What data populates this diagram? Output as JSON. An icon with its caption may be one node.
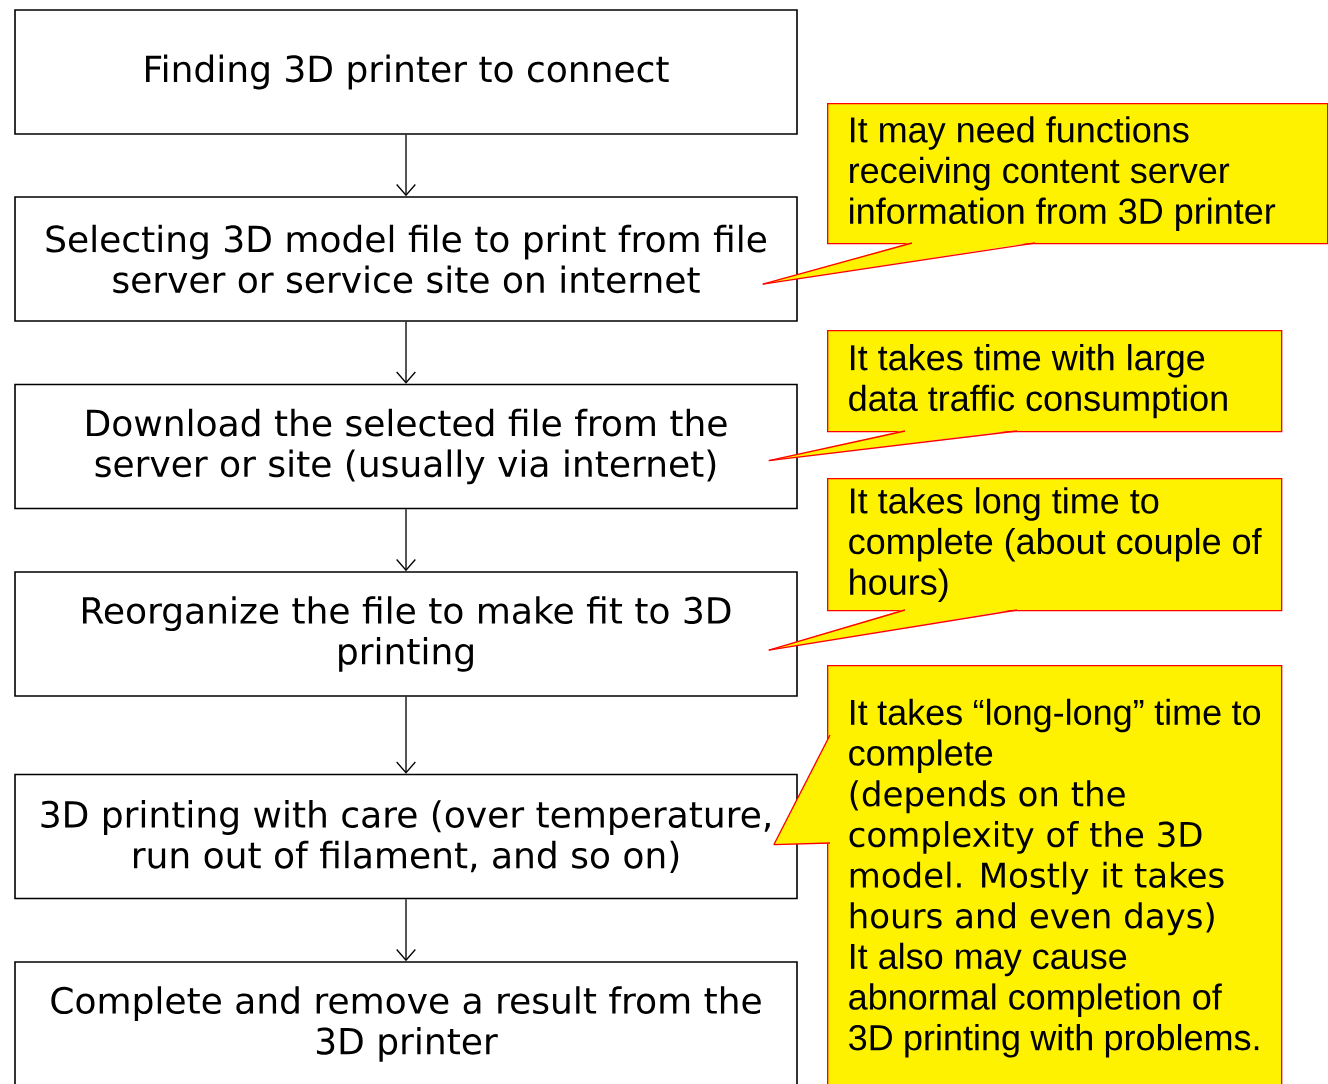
{
  "diagram": {
    "nodes": [
      {
        "text": [
          "Finding 3D printer to connect"
        ]
      },
      {
        "text": [
          "Selecting 3D model file to print from file server or service site on internet"
        ]
      },
      {
        "text": [
          "Download the selected file from the server or site (usually via internet)"
        ]
      },
      {
        "text": [
          "Reorganize the file to make fit to 3D printing"
        ]
      },
      {
        "text": [
          "3D printing with care (over temperature, run out of filament, and so on)"
        ]
      },
      {
        "text": [
          "Complete and remove a result from the 3D printer"
        ]
      },
      {
        "text": [
          "It may need functions receiving content server information from 3D printer"
        ]
      },
      {
        "text": [
          "It takes time with large data traffic consumption"
        ]
      },
      {
        "text": [
          "It takes long time to complete (about couple of hours)"
        ]
      },
      {
        "text": [
          "It takes “long-long” time to complete",
          "(depends on the complexity of the 3D model. Mostly it takes hours and even days)",
          "It also may cause abnormal completion of 3D printing with problems."
        ]
      }
    ],
    "edges": [
      {
        "from": 0,
        "to": 1,
        "arrow": "to"
      },
      {
        "from": 1,
        "to": 2,
        "arrow": "to"
      },
      {
        "from": 2,
        "to": 3,
        "arrow": "to"
      },
      {
        "from": 3,
        "to": 4,
        "arrow": "to"
      },
      {
        "from": 4,
        "to": 5,
        "arrow": "to"
      },
      {
        "from": 6,
        "to": 1,
        "arrow": "none",
        "color": "#ff0000"
      },
      {
        "from": 7,
        "to": 2,
        "arrow": "none",
        "color": "#ff0000"
      },
      {
        "from": 8,
        "to": 3,
        "arrow": "none",
        "color": "#ff0000"
      },
      {
        "from": 9,
        "to": 4,
        "arrow": "none",
        "color": "#ff0000"
      }
    ]
  }
}
